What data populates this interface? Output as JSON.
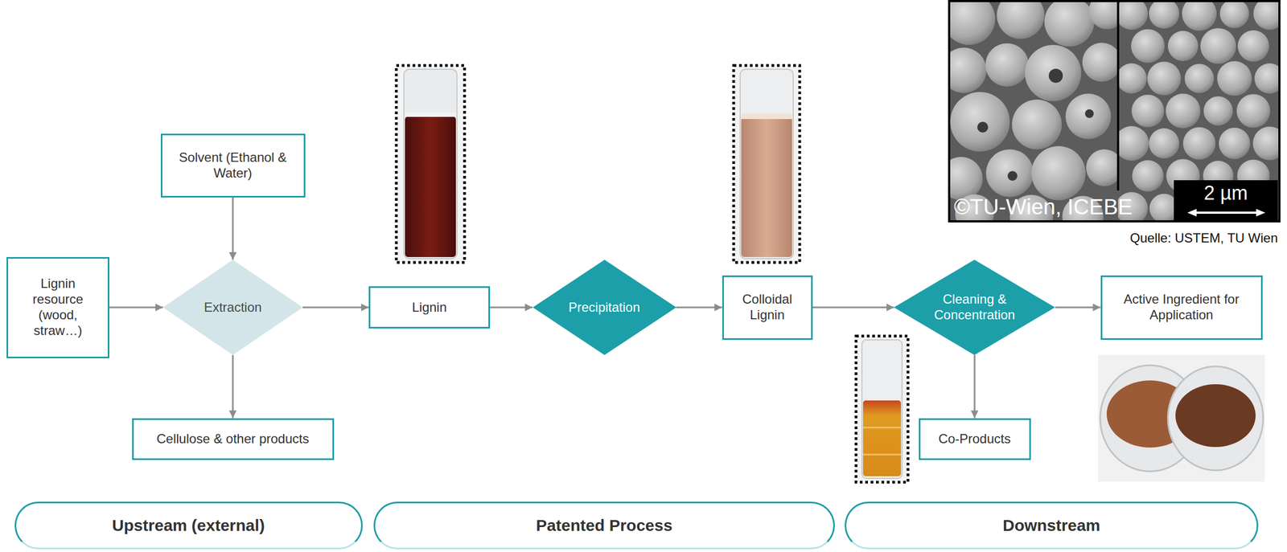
{
  "diagram": {
    "nodes": [
      {
        "text": [
          "Solvent (Ethanol & Water)"
        ]
      },
      {
        "text": [
          "Lignin resource (wood, straw…)"
        ]
      },
      {
        "text": [
          "Extraction"
        ]
      },
      {
        "text": [
          "Cellulose & other products"
        ]
      },
      {
        "text": [
          "Lignin"
        ]
      },
      {
        "text": [
          "Precipitation"
        ]
      },
      {
        "text": [
          "Colloidal Lignin"
        ]
      },
      {
        "text": [
          "Cleaning & Concentration"
        ]
      },
      {
        "text": [
          "Co-Products"
        ]
      },
      {
        "text": [
          "Active Ingredient for Application"
        ]
      },
      {
        "text": [
          "Upstream (external)"
        ]
      },
      {
        "text": [
          "Patented Process"
        ]
      },
      {
        "text": [
          "Downstream"
        ]
      }
    ],
    "edges": [
      {
        "from": 1,
        "to": 2,
        "arrow": "to"
      },
      {
        "from": 0,
        "to": 2,
        "arrow": "to"
      },
      {
        "from": 2,
        "to": 3,
        "arrow": "to"
      },
      {
        "from": 2,
        "to": 4,
        "arrow": "to"
      },
      {
        "from": 4,
        "to": 5,
        "arrow": "to"
      },
      {
        "from": 5,
        "to": 6,
        "arrow": "to"
      },
      {
        "from": 6,
        "to": 7,
        "arrow": "to"
      },
      {
        "from": 7,
        "to": 8,
        "arrow": "to"
      },
      {
        "from": 7,
        "to": 9,
        "arrow": "to"
      }
    ],
    "labels": [
      "©TU-Wien, ICEBE",
      "2 µm",
      "Quelle: USTEM, TU Wien"
    ]
  }
}
